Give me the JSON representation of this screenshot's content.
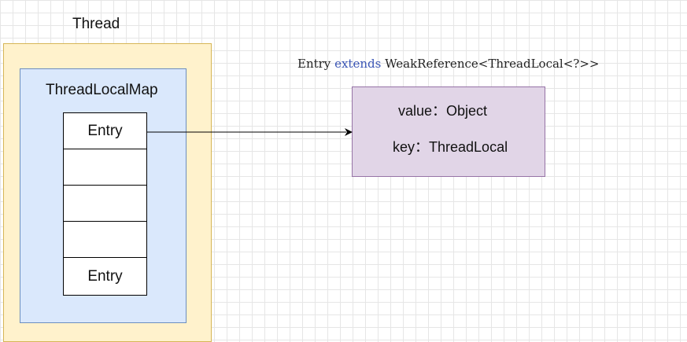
{
  "thread": {
    "label": "Thread"
  },
  "map": {
    "label": "ThreadLocalMap"
  },
  "entries": [
    "Entry",
    "",
    "",
    "",
    "Entry"
  ],
  "declaration": {
    "class_name": "Entry",
    "keyword": "extends",
    "parent": "WeakReference<ThreadLocal<?>>"
  },
  "entry_object": {
    "value_field": "value：Object",
    "key_field": "key：ThreadLocal"
  },
  "colors": {
    "thread_fill": "#fff2cc",
    "map_fill": "#dae8fc",
    "entry_object_fill": "#e1d5e7"
  }
}
